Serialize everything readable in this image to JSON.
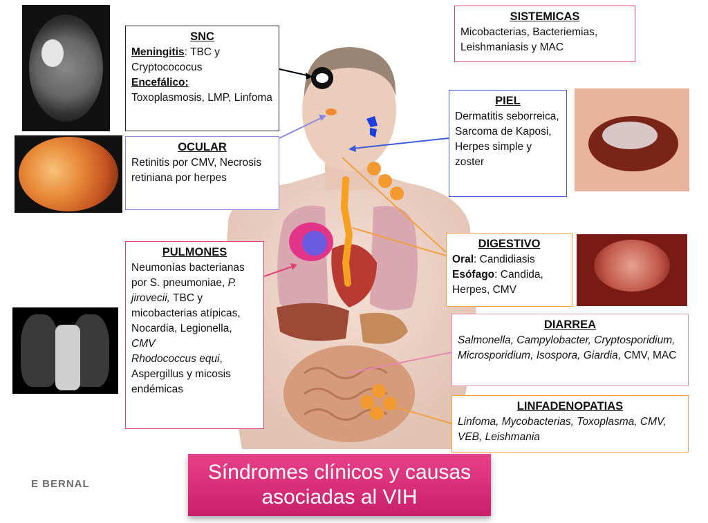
{
  "snc": {
    "title": "SNC",
    "meningitis_label": "Meningitis",
    "meningitis_text": ": TBC y Cryptocococus",
    "encefalico_label": "Encefálico:",
    "encefalico_text": "Toxoplasmosis, LMP, Linfoma"
  },
  "ocular": {
    "title": "OCULAR",
    "text": "Retinitis por CMV, Necrosis retiniana por herpes"
  },
  "pulmones": {
    "title": "PULMONES",
    "text1": "Neumonías bacterianas por S. pneumoniae, ",
    "text2": "P. jirovecii,",
    "text3": " TBC y micobacterias atípicas, Nocardia, Legionella, ",
    "text4": "CMV",
    "text5": "Rhodococcus equi",
    "text6": ", Aspergillus y micosis endémicas"
  },
  "sistemicas": {
    "title": "SISTEMICAS",
    "text": "Micobacterias, Bacteriemias, Leishmaniasis y MAC"
  },
  "piel": {
    "title": "PIEL",
    "text": "Dermatitis seborreica, Sarcoma de Kaposi, Herpes simple y zoster"
  },
  "digestivo": {
    "title": "DIGESTIVO",
    "oral_label": "Oral",
    "oral_text": ": Candidiasis",
    "esofago_label": "Esófago",
    "esofago_text": ": Candida, Herpes, CMV"
  },
  "diarrea": {
    "title": "DIARREA",
    "italic": "Salmonella, Campylobacter, Cryptosporidium, Microsporidium, Isospora, Giardia",
    "normal": ", CMV, MAC"
  },
  "linfadenopatias": {
    "title": "LINFADENOPATIAS",
    "text": "Linfoma,  Mycobacterias, Toxoplasma, CMV, VEB, Leishmania"
  },
  "banner": {
    "line1": "Síndromes clínicos y causas",
    "line2": "asociadas al VIH"
  },
  "author": "E BERNAL",
  "colors": {
    "banner": "#e0307e",
    "pink_border": "#e0407a",
    "orange": "#f0a040",
    "blue": "#3b5bdb",
    "lavender": "#8a86e6"
  }
}
